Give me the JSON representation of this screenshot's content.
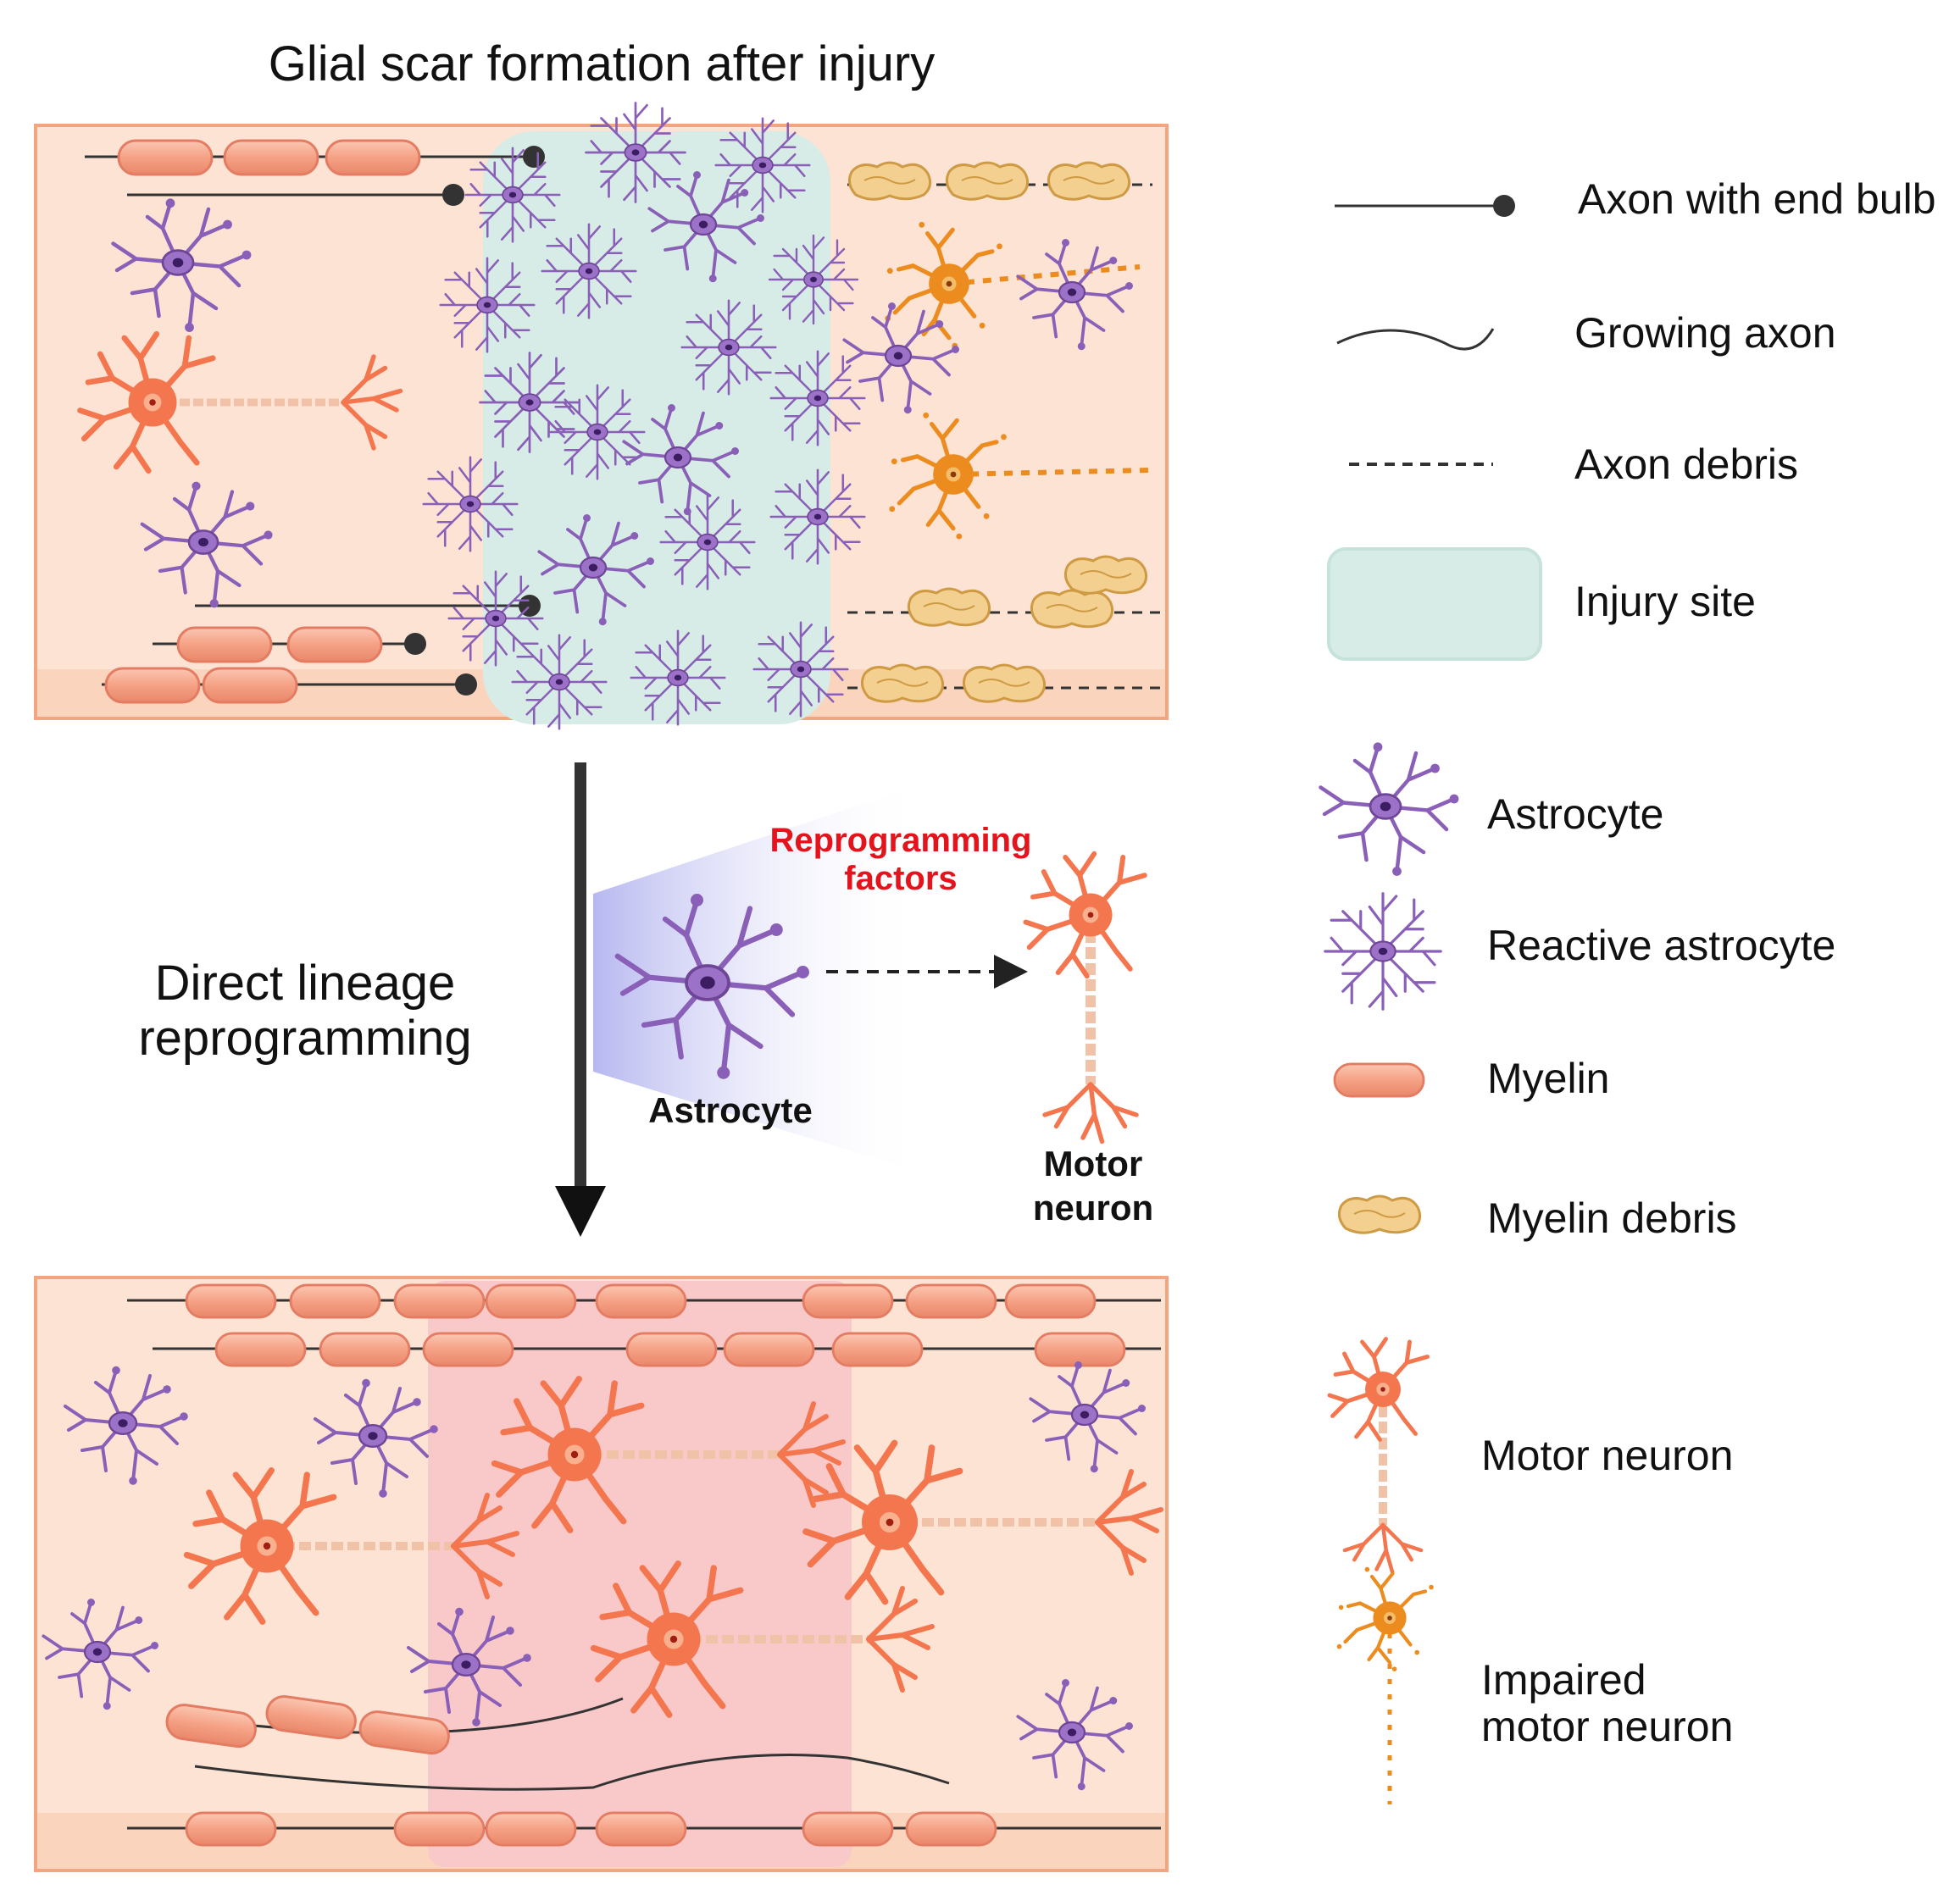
{
  "title": "Glial scar formation after injury",
  "process_label": [
    "Direct lineage",
    "reprogramming"
  ],
  "inset": {
    "factors": [
      "Reprogramming",
      "factors"
    ],
    "source_cell": "Astrocyte",
    "target_cell": [
      "Motor",
      "neuron"
    ]
  },
  "legend": [
    {
      "icon": "axon-end-bulb-icon",
      "label": "Axon with end bulb"
    },
    {
      "icon": "growing-axon-icon",
      "label": "Growing axon"
    },
    {
      "icon": "axon-debris-icon",
      "label": "Axon debris"
    },
    {
      "icon": "injury-site-icon",
      "label": "Injury site"
    },
    {
      "icon": "astrocyte-icon",
      "label": "Astrocyte"
    },
    {
      "icon": "reactive-astrocyte-icon",
      "label": "Reactive astrocyte"
    },
    {
      "icon": "myelin-icon",
      "label": "Myelin"
    },
    {
      "icon": "myelin-debris-icon",
      "label": "Myelin debris"
    },
    {
      "icon": "motor-neuron-icon",
      "label": "Motor neuron"
    },
    {
      "icon": "impaired-motor-neuron-icon",
      "label": [
        "Impaired",
        "motor neuron"
      ]
    }
  ],
  "colors": {
    "tissue": "#fde3d3",
    "tissue_border": "#f2a57e",
    "injury_site": "#d7ece6",
    "regenerated_zone": "#f9c9c9",
    "astrocyte": "#8a5fb8",
    "neuron": "#f4764f",
    "impaired_neuron": "#ec8c1f",
    "myelin": "#f7a88a",
    "myelin_debris": "#e3b86e",
    "reprogramming_text": "#e3141b"
  }
}
